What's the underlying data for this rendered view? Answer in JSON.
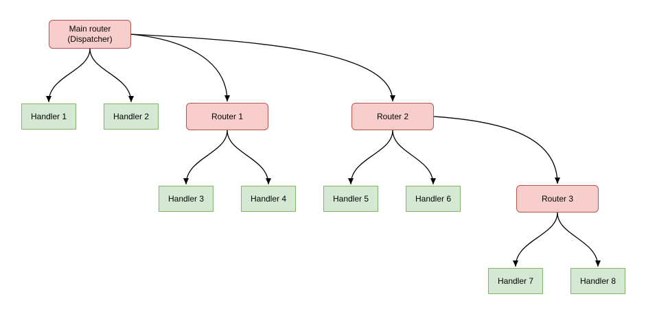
{
  "diagram": {
    "palette": {
      "router_fill": "#f8cecc",
      "router_border": "#b85450",
      "handler_fill": "#d5e8d4",
      "handler_border": "#82b366",
      "edge_color": "#000000",
      "text_color": "#000000"
    },
    "nodes": [
      {
        "id": "main-router",
        "kind": "router",
        "label": "Main router\n(Dispatcher)"
      },
      {
        "id": "handler-1",
        "kind": "handler",
        "label": "Handler 1"
      },
      {
        "id": "handler-2",
        "kind": "handler",
        "label": "Handler 2"
      },
      {
        "id": "router-1",
        "kind": "router",
        "label": "Router 1"
      },
      {
        "id": "handler-3",
        "kind": "handler",
        "label": "Handler 3"
      },
      {
        "id": "handler-4",
        "kind": "handler",
        "label": "Handler 4"
      },
      {
        "id": "router-2",
        "kind": "router",
        "label": "Router 2"
      },
      {
        "id": "handler-5",
        "kind": "handler",
        "label": "Handler 5"
      },
      {
        "id": "handler-6",
        "kind": "handler",
        "label": "Handler 6"
      },
      {
        "id": "router-3",
        "kind": "router",
        "label": "Router 3"
      },
      {
        "id": "handler-7",
        "kind": "handler",
        "label": "Handler 7"
      },
      {
        "id": "handler-8",
        "kind": "handler",
        "label": "Handler 8"
      }
    ],
    "edges": [
      {
        "from": "main-router",
        "to": "handler-1"
      },
      {
        "from": "main-router",
        "to": "handler-2"
      },
      {
        "from": "main-router",
        "to": "router-1"
      },
      {
        "from": "main-router",
        "to": "router-2"
      },
      {
        "from": "router-1",
        "to": "handler-3"
      },
      {
        "from": "router-1",
        "to": "handler-4"
      },
      {
        "from": "router-2",
        "to": "handler-5"
      },
      {
        "from": "router-2",
        "to": "handler-6"
      },
      {
        "from": "router-2",
        "to": "router-3"
      },
      {
        "from": "router-3",
        "to": "handler-7"
      },
      {
        "from": "router-3",
        "to": "handler-8"
      }
    ]
  }
}
